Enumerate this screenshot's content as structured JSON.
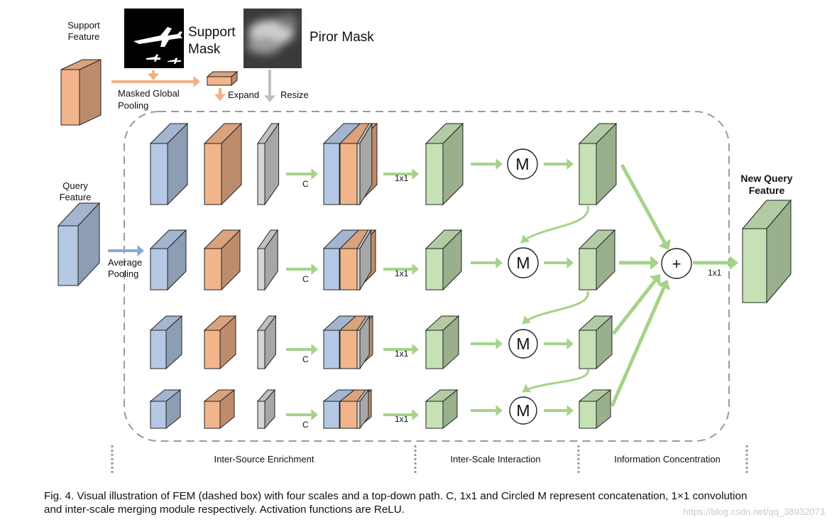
{
  "labels": {
    "support_feature": [
      "Support",
      "Feature"
    ],
    "support_mask": [
      "Support",
      "Mask"
    ],
    "prior_mask": "Piror Mask",
    "masked_global_pooling": [
      "Masked Global",
      "Pooling"
    ],
    "expand": "Expand",
    "resize": "Resize",
    "query_feature": [
      "Query",
      "Feature"
    ],
    "average_pooling": [
      "Average",
      "Pooling"
    ],
    "new_query_feature": [
      "New Query",
      "Feature"
    ],
    "concat_symbol": "C",
    "conv_symbol": "1x1",
    "merge_symbol": "M",
    "plus_symbol": "+"
  },
  "sections": [
    "Inter-Source Enrichment",
    "Inter-Scale Interaction",
    "Information Concentration"
  ],
  "caption": {
    "line1": "Fig. 4. Visual illustration of FEM (dashed box) with four scales and a top-down path. C, 1x1 and Circled M represent concatenation, 1×1 convolution",
    "line2": "and inter-scale merging module respectively. Activation functions are ReLU."
  },
  "watermark": "https://blog.csdn.net/qq_38932073",
  "colors": {
    "query_blue": "#b5c9e6",
    "support_orange": "#f2b48b",
    "prior_gray": "#d6d6d6",
    "fem_green": "#c6e2b5",
    "arrow_green": "#a5d38a",
    "arrow_orange": "#f3b083",
    "arrow_blue": "#89a9dc",
    "arrow_gray": "#bfbfbf",
    "dashed_border": "#9a9a9a"
  },
  "icons": {
    "support_mask_image": "airplane-silhouette-mask",
    "prior_mask_image": "blurry-heatmap-mask"
  }
}
